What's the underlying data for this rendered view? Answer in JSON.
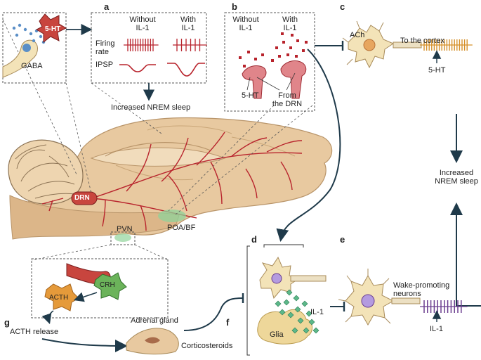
{
  "panels": {
    "a": "a",
    "b": "b",
    "c": "c",
    "d": "d",
    "e": "e",
    "f": "f",
    "g": "g"
  },
  "panel_a": {
    "col_without": "Without\nIL-1",
    "col_with": "With\nIL-1",
    "firing_rate": "Firing\nrate",
    "ipsp": "IPSP",
    "result": "Increased NREM sleep"
  },
  "inset": {
    "ht": "5-HT",
    "gaba": "GABA"
  },
  "panel_b": {
    "col_without": "Without\nIL-1",
    "col_with": "With\nIL-1",
    "ht": "5-HT",
    "from_drn": "From\nthe DRN"
  },
  "panel_c": {
    "ach": "ACh",
    "to_cortex": "To the cortex",
    "ht": "5-HT"
  },
  "center": {
    "increased_nrem": "Increased\nNREM sleep"
  },
  "brain": {
    "drn": "DRN",
    "pvn": "PVN",
    "poa_bf": "POA/BF"
  },
  "panel_g": {
    "crh": "CRH",
    "acth": "ACTH",
    "acth_release": "ACTH release"
  },
  "panel_f": {
    "adrenal": "Adrenal gland",
    "corticosteroids": "Corticosteroids"
  },
  "panel_d": {
    "il1": "IL-1",
    "glia": "Glia"
  },
  "panel_e": {
    "wake": "Wake-promoting\nneurons",
    "il1": "IL-1"
  },
  "colors": {
    "red": "#b8232c",
    "tan": "#e8c9a0",
    "neuron": "#f3e3b8",
    "purple": "#6a3d8f",
    "orange": "#d6902a",
    "green": "#2e8b57",
    "dark": "#1f3a4a"
  }
}
